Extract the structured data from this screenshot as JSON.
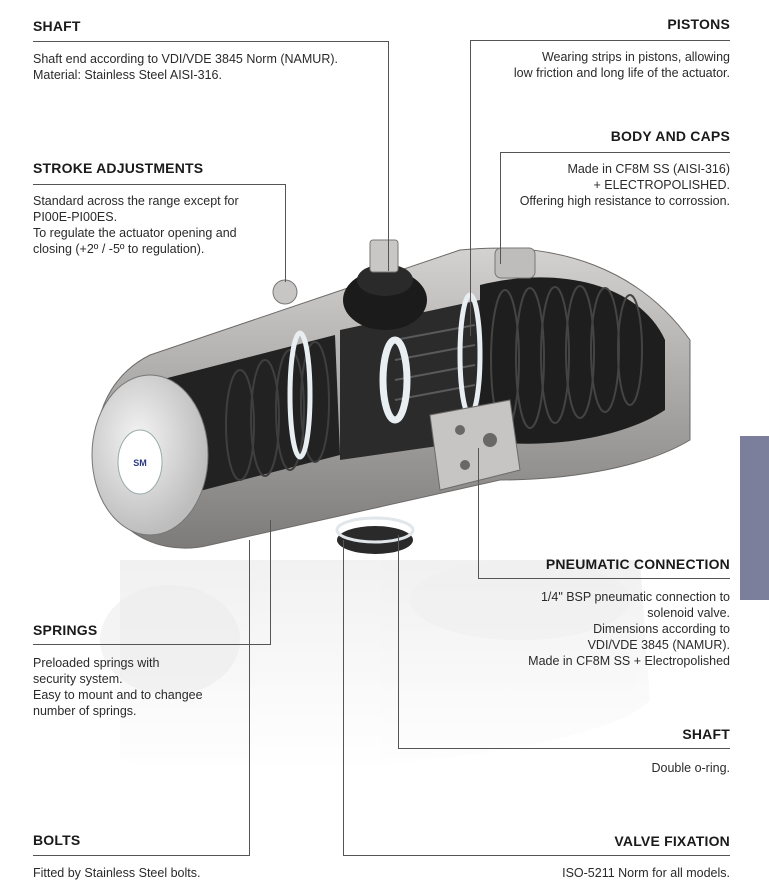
{
  "callouts": {
    "shaft_top": {
      "title": "SHAFT",
      "lines": [
        "Shaft end according to VDI/VDE 3845 Norm (NAMUR).",
        "Material:  Stainless Steel AISI-316."
      ]
    },
    "pistons": {
      "title": "PISTONS",
      "lines": [
        "Wearing strips in pistons, allowing",
        "low friction and long life of the actuator."
      ]
    },
    "body_caps": {
      "title": "BODY AND CAPS",
      "lines": [
        "Made in CF8M SS (AISI-316)",
        "+ ELECTROPOLISHED.",
        "Offering high resistance to corrossion."
      ]
    },
    "stroke": {
      "title": "STROKE ADJUSTMENTS",
      "lines": [
        "Standard across the range except for",
        "PI00E-PI00ES.",
        "To regulate the actuator opening and",
        "closing  (+2º / -5º to regulation)."
      ]
    },
    "pneumatic": {
      "title": "PNEUMATIC CONNECTION",
      "lines": [
        "1/4\" BSP pneumatic connection to",
        "solenoid valve.",
        "Dimensions according to",
        "VDI/VDE 3845 (NAMUR).",
        "Made in CF8M SS + Electropolished"
      ]
    },
    "springs": {
      "title": "SPRINGS",
      "lines": [
        "Preloaded springs with",
        "security system.",
        "Easy to mount and to changee",
        "number of springs."
      ]
    },
    "shaft_bottom": {
      "title": "SHAFT",
      "lines": [
        "Double o-ring."
      ]
    },
    "bolts": {
      "title": "BOLTS",
      "lines": [
        "Fitted by Stainless Steel bolts."
      ]
    },
    "valve_fixation": {
      "title": "VALVE FIXATION",
      "lines": [
        "ISO-5211 Norm for all models."
      ]
    }
  },
  "illustration": {
    "cap_label_line1": "SM",
    "colors": {
      "body": "#b8b6b4",
      "body_dark": "#8e8c8a",
      "interior": "#1c1c1c",
      "accent_tab": "#7c7f9c"
    }
  }
}
